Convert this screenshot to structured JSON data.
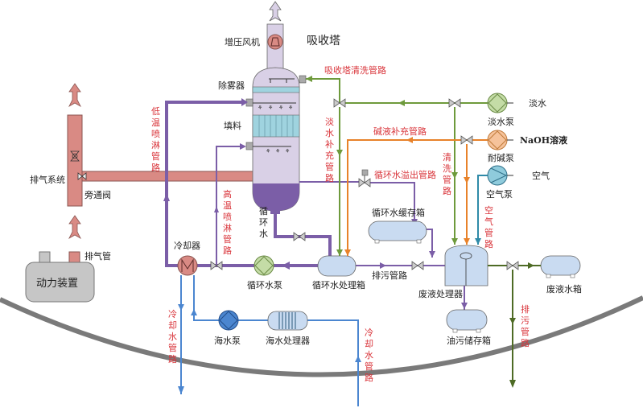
{
  "title": "吸收塔",
  "colors": {
    "exhaust": "#d98a84",
    "recirc": "#7b5ea7",
    "fresh": "#6e9a3c",
    "alkali": "#e8822a",
    "air": "#2f8aa8",
    "seawater": "#4b86d0",
    "drain": "#4e6b25",
    "hull": "#7a7a7a",
    "tower": "#d9d0e6",
    "tower_bottom": "#7b5ea7",
    "tank": "#c9dbf1",
    "red_text": "#d9343a"
  },
  "labels": {
    "booster_fan": "增压风机",
    "absorber": "吸收塔",
    "demister": "除雾器",
    "packing": "填料",
    "exhaust_system": "排气系统",
    "bypass_valve": "旁通阀",
    "exhaust_pipe": "排气管",
    "power_unit": "动力装置",
    "cooler": "冷却器",
    "recirc_water": "循环水",
    "recirc_pump": "循环水泵",
    "recirc_tank": "循环水处理箱",
    "buffer_tank": "循环水缓存箱",
    "waste_processor": "废液处理器",
    "waste_tank": "废液水箱",
    "oil_tank": "油污储存箱",
    "seawater_pump": "海水泵",
    "seawater_processor": "海水处理器",
    "fresh_water": "淡水",
    "fresh_pump": "淡水泵",
    "naoh": "NaOH溶液",
    "alkali_pump": "耐碱泵",
    "air": "空气",
    "air_pump": "空气泵",
    "drain_pipe_label": "排污管路"
  },
  "pipe_labels": {
    "tower_wash": "吸收塔清洗管路",
    "fresh_supply": [
      "淡",
      "水",
      "补",
      "充",
      "管",
      "路"
    ],
    "alkali_supply": "碱液补充管路",
    "wash": [
      "清",
      "洗",
      "管",
      "路"
    ],
    "overflow": "循环水溢出管路",
    "air_line": [
      "空",
      "气",
      "管",
      "路"
    ],
    "low_temp_spray": [
      "低",
      "温",
      "喷",
      "淋",
      "管",
      "路"
    ],
    "high_temp_spray": [
      "高",
      "温",
      "喷",
      "淋",
      "管",
      "路"
    ],
    "cooling_left": [
      "冷",
      "却",
      "水",
      "管",
      "路"
    ],
    "cooling_right": [
      "冷",
      "却",
      "水",
      "管",
      "路"
    ],
    "drain_vertical": [
      "排",
      "污",
      "管",
      "路"
    ],
    "recirc_water_v": [
      "循",
      "环",
      "水"
    ]
  }
}
